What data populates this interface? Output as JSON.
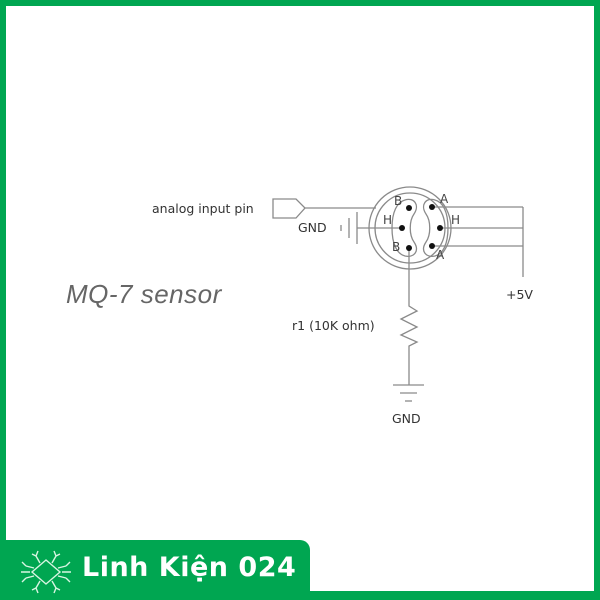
{
  "diagram": {
    "title": "MQ-7 sensor",
    "labels": {
      "analog_input": "analog input pin",
      "gnd_top": "GND",
      "vcc": "+5V",
      "resistor": "r1 (10K ohm)",
      "gnd_bottom": "GND"
    },
    "pins": {
      "left_top": "B",
      "left_mid": "H",
      "left_bottom": "B",
      "right_top": "A",
      "right_mid": "H",
      "right_bottom": "A"
    },
    "colors": {
      "wire": "#8a8a8a",
      "text": "#333333",
      "title": "#666666"
    }
  },
  "branding": {
    "name": "Linh Kiện 024",
    "accent": "#00a651",
    "logo_icon": "circuit-chip-icon"
  }
}
